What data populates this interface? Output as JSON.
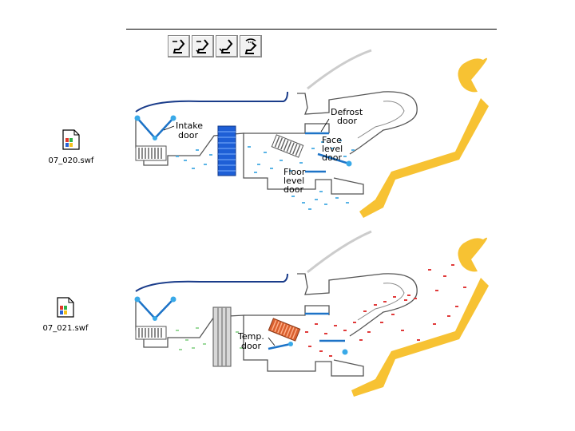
{
  "files": [
    {
      "name": "07_020.swf"
    },
    {
      "name": "07_021.swf"
    }
  ],
  "mode_buttons": [
    {
      "icon": "seat-face-vent-icon"
    },
    {
      "icon": "seat-bilevel-vent-icon"
    },
    {
      "icon": "seat-floor-vent-icon"
    },
    {
      "icon": "seat-defrost-vent-icon"
    }
  ],
  "diagram_top": {
    "labels": {
      "intake": [
        "Intake",
        "door"
      ],
      "defrost": [
        "Defrost",
        "door"
      ],
      "face": [
        "Face",
        "level",
        "door"
      ],
      "floor": [
        "Floor",
        "level",
        "door"
      ]
    }
  },
  "diagram_bottom": {
    "labels": {
      "temp": [
        "Temp.",
        "door"
      ]
    }
  },
  "colors": {
    "cold_air": "#5ab4e6",
    "hot_air": "#e03a3a",
    "door": "#1d73c7",
    "evaporator": "#1e5fd6",
    "heater": "#d9602f",
    "passenger": "#f7c233",
    "outline": "#555555"
  }
}
